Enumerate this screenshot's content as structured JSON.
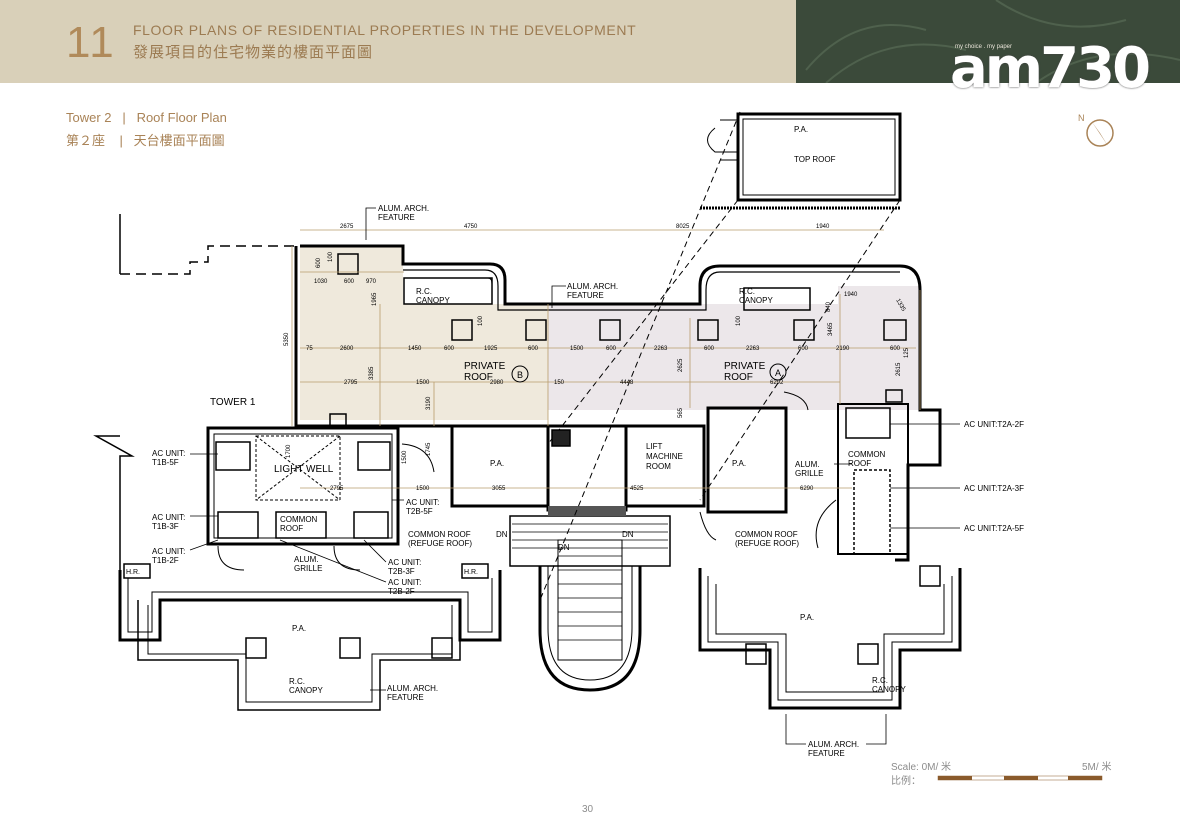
{
  "header": {
    "section_number": "11",
    "title_en": "FLOOR PLANS OF RESIDENTIAL PROPERTIES IN THE DEVELOPMENT",
    "title_zh": "發展項目的住宅物業的樓面平面圖"
  },
  "brand": {
    "tagline": "my choice . my paper",
    "logo": "am730"
  },
  "subtitle": {
    "en": "Tower 2   |   Roof Floor Plan",
    "zh": "第２座    |   天台樓面平面圖"
  },
  "compass": {
    "label": "N",
    "icon": "north-arrow-icon"
  },
  "plan": {
    "top_roof": {
      "pa": "P.A.",
      "label": "TOP ROOF"
    },
    "labels": {
      "alum_arch_feature_top": "ALUM. ARCH.",
      "alum_arch_feature_top2": "FEATURE",
      "rc_canopy_left1": "R.C.",
      "rc_canopy_left2": "CANOPY",
      "alum_arch_mid1": "ALUM. ARCH.",
      "alum_arch_mid2": "FEATURE",
      "rc_canopy_right1": "R.C.",
      "rc_canopy_right2": "CANOPY",
      "private_roof_b1": "PRIVATE",
      "private_roof_b2": "ROOF",
      "private_roof_b_tag": "B",
      "private_roof_a1": "PRIVATE",
      "private_roof_a2": "ROOF",
      "private_roof_a_tag": "A",
      "tower1": "TOWER 1",
      "light_well": "LIGHT WELL",
      "pa_mid": "P.A.",
      "lift_room1": "LIFT",
      "lift_room2": "MACHINE",
      "lift_room3": "ROOM",
      "pa_right": "P.A.",
      "alum_grille_right1": "ALUM.",
      "alum_grille_right2": "GRILLE",
      "common_roof_right_small1": "COMMON",
      "common_roof_right_small2": "ROOF",
      "common_roof_small1": "COMMON",
      "common_roof_small2": "ROOF",
      "alum_grille_left1": "ALUM.",
      "alum_grille_left2": "GRILLE",
      "common_refuge_left1": "COMMON ROOF",
      "common_refuge_left2": "(REFUGE ROOF)",
      "common_refuge_right1": "COMMON ROOF",
      "common_refuge_right2": "(REFUGE ROOF)",
      "dn1": "DN",
      "dn2": "DN",
      "dn3": "DN",
      "pa_bottom_left": "P.A.",
      "pa_bottom_right": "P.A.",
      "rc_canopy_bottom_left1": "R.C.",
      "rc_canopy_bottom_left2": "CANOPY",
      "alum_arch_bottom_left1": "ALUM. ARCH.",
      "alum_arch_bottom_left2": "FEATURE",
      "rc_canopy_bottom_right1": "R.C.",
      "rc_canopy_bottom_right2": "CANOPY",
      "alum_arch_bottom_right1": "ALUM. ARCH.",
      "alum_arch_bottom_right2": "FEATURE",
      "hr1": "H.R.",
      "hr2": "H.R."
    },
    "ac_units": {
      "t1b5f1": "AC UNIT:",
      "t1b5f2": "T1B-5F",
      "t1b3f1": "AC UNIT:",
      "t1b3f2": "T1B-3F",
      "t1b2f1": "AC UNIT:",
      "t1b2f2": "T1B-2F",
      "t2b5f1": "AC UNIT:",
      "t2b5f2": "T2B-5F",
      "t2b3f1": "AC UNIT:",
      "t2b3f2": "T2B-3F",
      "t2b2f1": "AC UNIT:",
      "t2b2f2": "T2B-2F",
      "t2a2f": "AC UNIT:T2A-2F",
      "t2a3f": "AC UNIT:T2A-3F",
      "t2a5f": "AC UNIT:T2A-5F"
    },
    "dimensions": {
      "d2675": "2675",
      "d4750": "4750",
      "d8025": "8025",
      "d1940a": "1940",
      "d1030": "1030",
      "d600a": "600",
      "d970": "970",
      "d600v": "600",
      "d100v": "100",
      "d1965": "1965",
      "d5350": "5350",
      "d75": "75",
      "d2600": "2600",
      "d1450": "1450",
      "d600b": "600",
      "d1925": "1925",
      "d600c": "600",
      "d1500a": "1500",
      "d600d": "600",
      "d2263a": "2263",
      "d600e": "600",
      "d2263b": "2263",
      "d600f": "600",
      "d2190": "2190",
      "d600g": "600",
      "d2795a": "2795",
      "d1500b": "1500",
      "d3385": "3385",
      "d2980": "2980",
      "d150": "150",
      "d4448": "4448",
      "d2625": "2625",
      "d6292": "6292",
      "d3190": "3190",
      "d565": "565",
      "d1940b": "1940",
      "d3465": "3465",
      "d2615": "2615",
      "d1335": "1335",
      "d840": "840",
      "d125": "125",
      "d1700": "1700",
      "d1500c": "1500",
      "d1745": "1745",
      "d2795b": "2795",
      "d1500d": "1500",
      "d3055": "3055",
      "d4525": "4525",
      "d6290": "6290",
      "d100b": "100",
      "d100c": "100"
    }
  },
  "scale": {
    "label": "Scale:  0M/ 米",
    "zh": "比例：",
    "end": "5M/ 米"
  },
  "page_number": "30",
  "colors": {
    "header_band": "#d9d0b9",
    "accent_text": "#a98357",
    "brand_panel": "#3b4a3a",
    "private_roof_b": "#efe9dc",
    "private_roof_a": "#ece7ea",
    "dimension_line": "#b89c6b",
    "scale_bar": "#8a5a2b"
  }
}
